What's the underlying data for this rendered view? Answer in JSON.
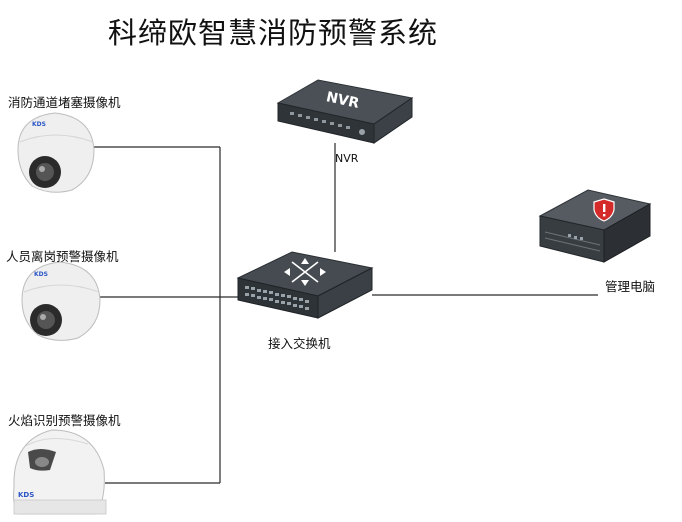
{
  "title": "科缔欧智慧消防预警系统",
  "devices": {
    "camera1": {
      "label": "消防通道堵塞摄像机",
      "brand": "KDS"
    },
    "camera2": {
      "label": "人员离岗预警摄像机",
      "brand": "KDS"
    },
    "camera3": {
      "label": "火焰识别预警摄像机",
      "brand": "KDS"
    },
    "nvr": {
      "label": "NVR",
      "panel_text": "NVR"
    },
    "switch": {
      "label": "接入交换机"
    },
    "server": {
      "label": "管理电脑"
    }
  },
  "colors": {
    "line": "#2a2a2a",
    "device_dark": "#3a3f44",
    "alert_red": "#d42a2a"
  }
}
